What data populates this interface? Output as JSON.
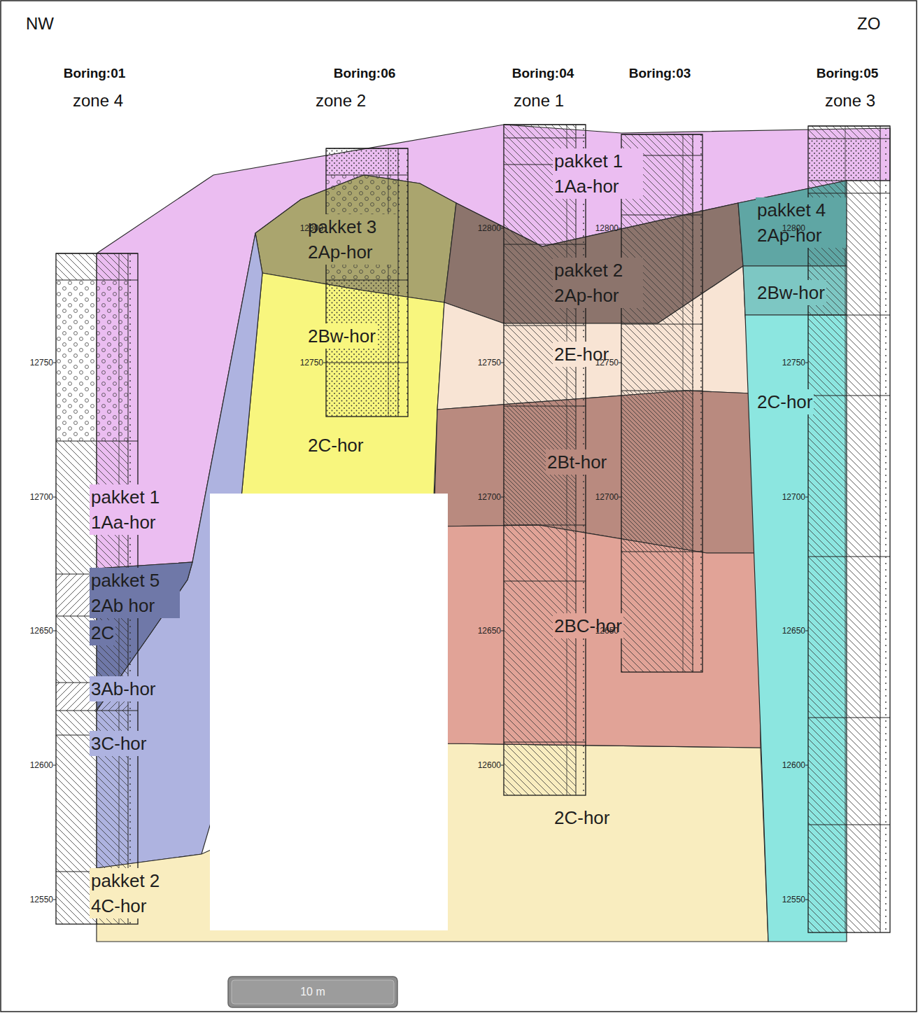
{
  "diagram": {
    "nodes": [
      {
        "text": [
          "pakket 1 1Aa-hor",
          "pakket 1 1Aa-hor"
        ]
      },
      {
        "text": [
          "pakket 3 2Ap-hor"
        ]
      },
      {
        "text": [
          "2Bw-hor",
          "2C-hor"
        ]
      },
      {
        "text": [
          "3Ab-hor",
          "3C-hor"
        ]
      },
      {
        "text": [
          "pakket 5 2Ab hor",
          "2C"
        ]
      },
      {
        "text": [
          "pakket 2 4C-hor",
          "2C-hor"
        ]
      },
      {
        "text": [
          "pakket 2 2Ap-hor"
        ]
      },
      {
        "text": [
          "2E-hor"
        ]
      },
      {
        "text": [
          "2Bt-hor"
        ]
      },
      {
        "text": [
          "2BC-hor"
        ]
      },
      {
        "text": [
          "pakket 4 2Ap-hor"
        ]
      },
      {
        "text": [
          "2Bw-hor"
        ]
      },
      {
        "text": [
          "2C-hor"
        ]
      }
    ],
    "labels": [
      "NW",
      "ZO",
      "Boring:01",
      "zone 4",
      "Boring:06",
      "zone 2",
      "Boring:04",
      "zone 1",
      "Boring:03",
      "Boring:05",
      "zone 3",
      "12750",
      "12700",
      "12650",
      "12600",
      "12550",
      "12800",
      "12750",
      "12800",
      "12750",
      "12700",
      "12650",
      "12600",
      "12800",
      "12750",
      "12700",
      "12650",
      "12800",
      "12750",
      "12700",
      "12650",
      "12600",
      "12550",
      "10 m"
    ]
  }
}
